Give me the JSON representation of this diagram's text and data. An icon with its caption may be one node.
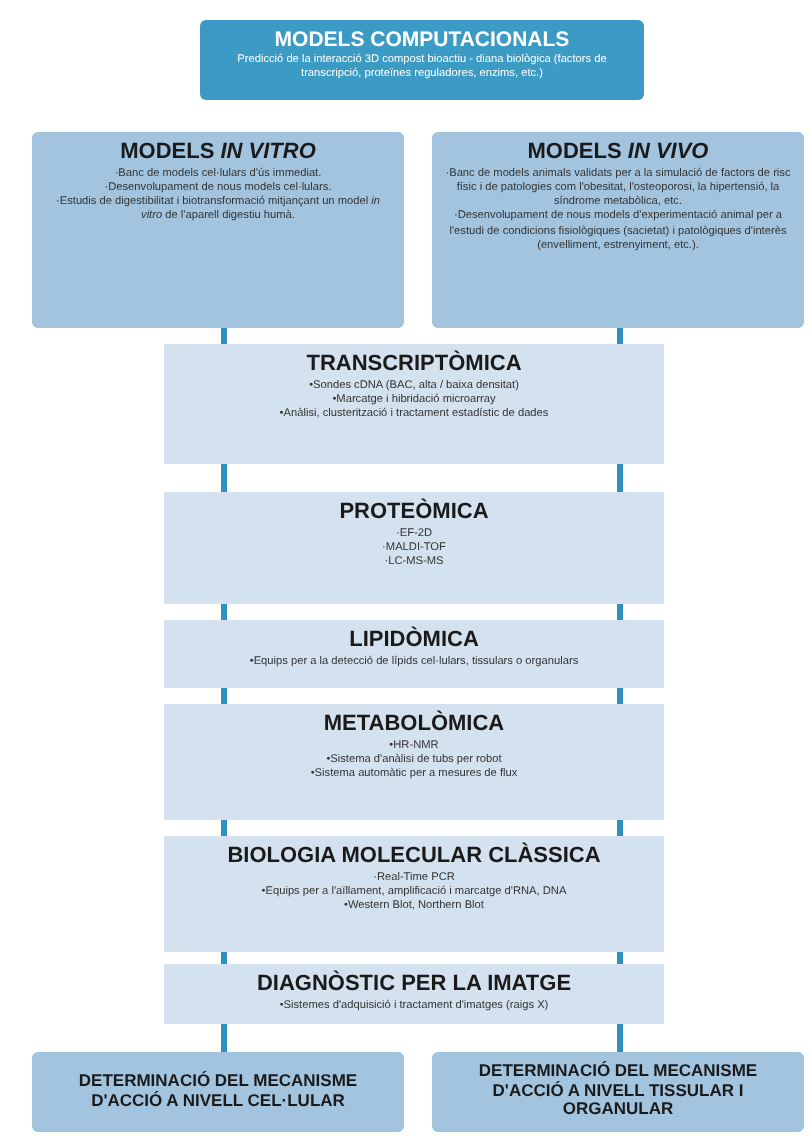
{
  "diagram": {
    "nodes": [
      {
        "text": [
          "MODELS COMPUTACIONALS",
          "Predicció de la interacció 3D compost bioactiu - diana biològica (factors de transcripció, proteïnes reguladores, enzims, etc.)"
        ]
      },
      {
        "text": [
          "MODELS *IN VITRO*",
          "·Banc de models cel·lulars d'ús immediat.",
          "·Desenvolupament de nous models cel·lulars.",
          "·Estudis de digestibilitat i biotransformació mitjançant un model *in vitro* de l'aparell digestiu humà."
        ]
      },
      {
        "text": [
          "MODELS *IN VIVO*",
          "·Banc de models animals validats per a la simulació de factors de risc físic i de patologies com l'obesitat, l'osteoporosi, la hipertensió, la síndrome metabòlica, etc.",
          "·Desenvolupament de nous models d'experimentació animal per a l'estudi de condicions fisiològiques (sacietat) i patològiques d'interès (envelliment, estrenyiment, etc.)."
        ]
      },
      {
        "text": [
          "TRANSCRIPTÒMICA",
          "•Sondes cDNA (BAC, alta / baixa densitat)",
          "•Marcatge i hibridació microarray",
          "•Anàlisi, clusterització i tractament estadístic de dades"
        ]
      },
      {
        "text": [
          "PROTEÒMICA",
          "·EF-2D",
          "·MALDI-TOF",
          "·LC-MS-MS"
        ]
      },
      {
        "text": [
          "LIPIDÒMICA",
          "•Equips per a la detecció de lípids cel·lulars, tissulars o organulars"
        ]
      },
      {
        "text": [
          "METABOLÒMICA",
          "•HR-NMR",
          "•Sistema d'anàlisi de tubs per robot",
          "•Sistema automàtic per a mesures de flux"
        ]
      },
      {
        "text": [
          "BIOLOGIA MOLECULAR CLÀSSICA",
          "·Real-Time PCR",
          "•Equips per a l'aïllament, amplificació i marcatge d'RNA, DNA",
          "•Western Blot, Northern Blot"
        ]
      },
      {
        "text": [
          "DIAGNÒSTIC PER LA IMATGE",
          "•Sistemes d'adquisició i tractament d'imatges (raigs X)"
        ]
      },
      {
        "text": [
          "DETERMINACIÓ DEL MECANISME D'ACCIÓ A NIVELL CEL·LULAR"
        ]
      },
      {
        "text": [
          "DETERMINACIÓ DEL MECANISME D'ACCIÓ A NIVELL TISSULAR I ORGANULAR"
        ]
      }
    ],
    "edges": [
      {
        "from": 1,
        "to": 3,
        "arrow": "none"
      },
      {
        "from": 2,
        "to": 3,
        "arrow": "none"
      },
      {
        "from": 3,
        "to": 4,
        "arrow": "none"
      },
      {
        "from": 3,
        "to": 4,
        "arrow": "none"
      },
      {
        "from": 4,
        "to": 5,
        "arrow": "none"
      },
      {
        "from": 4,
        "to": 5,
        "arrow": "none"
      },
      {
        "from": 5,
        "to": 6,
        "arrow": "none"
      },
      {
        "from": 5,
        "to": 6,
        "arrow": "none"
      },
      {
        "from": 6,
        "to": 7,
        "arrow": "none"
      },
      {
        "from": 6,
        "to": 7,
        "arrow": "none"
      },
      {
        "from": 7,
        "to": 8,
        "arrow": "none"
      },
      {
        "from": 7,
        "to": 8,
        "arrow": "none"
      },
      {
        "from": 8,
        "to": 9,
        "arrow": "none"
      },
      {
        "from": 8,
        "to": 10,
        "arrow": "none"
      }
    ]
  }
}
